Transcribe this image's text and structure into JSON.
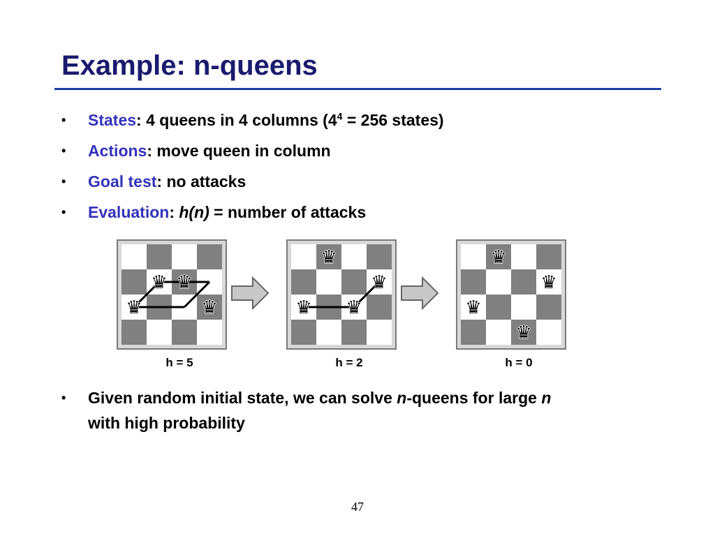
{
  "slide": {
    "title": "Example: n-queens",
    "page_number": "47"
  },
  "bullets": [
    {
      "term": "States",
      "sep": ":",
      "text_a": " 4 queens in 4 columns (4",
      "sup": "4",
      "text_b": " = 256 states)"
    },
    {
      "term": "Actions",
      "sep": ":",
      "text": " move queen in column"
    },
    {
      "term": "Goal test",
      "sep": ":",
      "text": " no attacks"
    },
    {
      "term": "Evaluation",
      "sep": ":",
      "italic": "h(n)",
      "text": " = number of attacks"
    }
  ],
  "bottom_bullet": {
    "part1": "Given random initial state, we can solve ",
    "italic1": "n",
    "part2": "-queens for large ",
    "italic2": "n",
    "part3": "with high probability"
  },
  "boards": [
    {
      "caption": "h = 5",
      "queens": [
        2,
        1,
        1,
        2
      ],
      "attack_lines": [
        [
          0,
          2,
          1,
          1
        ],
        [
          1,
          1,
          3,
          1
        ],
        [
          0,
          2,
          2,
          2
        ],
        [
          2,
          2,
          3,
          1
        ]
      ]
    },
    {
      "caption": "h = 2",
      "queens": [
        2,
        0,
        2,
        1
      ],
      "attack_lines": [
        [
          0,
          2,
          2,
          2
        ],
        [
          2,
          2,
          3,
          1
        ]
      ]
    },
    {
      "caption": "h = 0",
      "queens": [
        2,
        0,
        3,
        1
      ],
      "attack_lines": []
    }
  ],
  "colors": {
    "title": "#1a1a6e",
    "term": "#3333bb",
    "rule": "#1f3fa6",
    "dark_square": "#808080",
    "arrow": "#c8c8c8"
  },
  "icons": {
    "queen": "chess-queen-icon",
    "arrow": "right-arrow-icon"
  }
}
